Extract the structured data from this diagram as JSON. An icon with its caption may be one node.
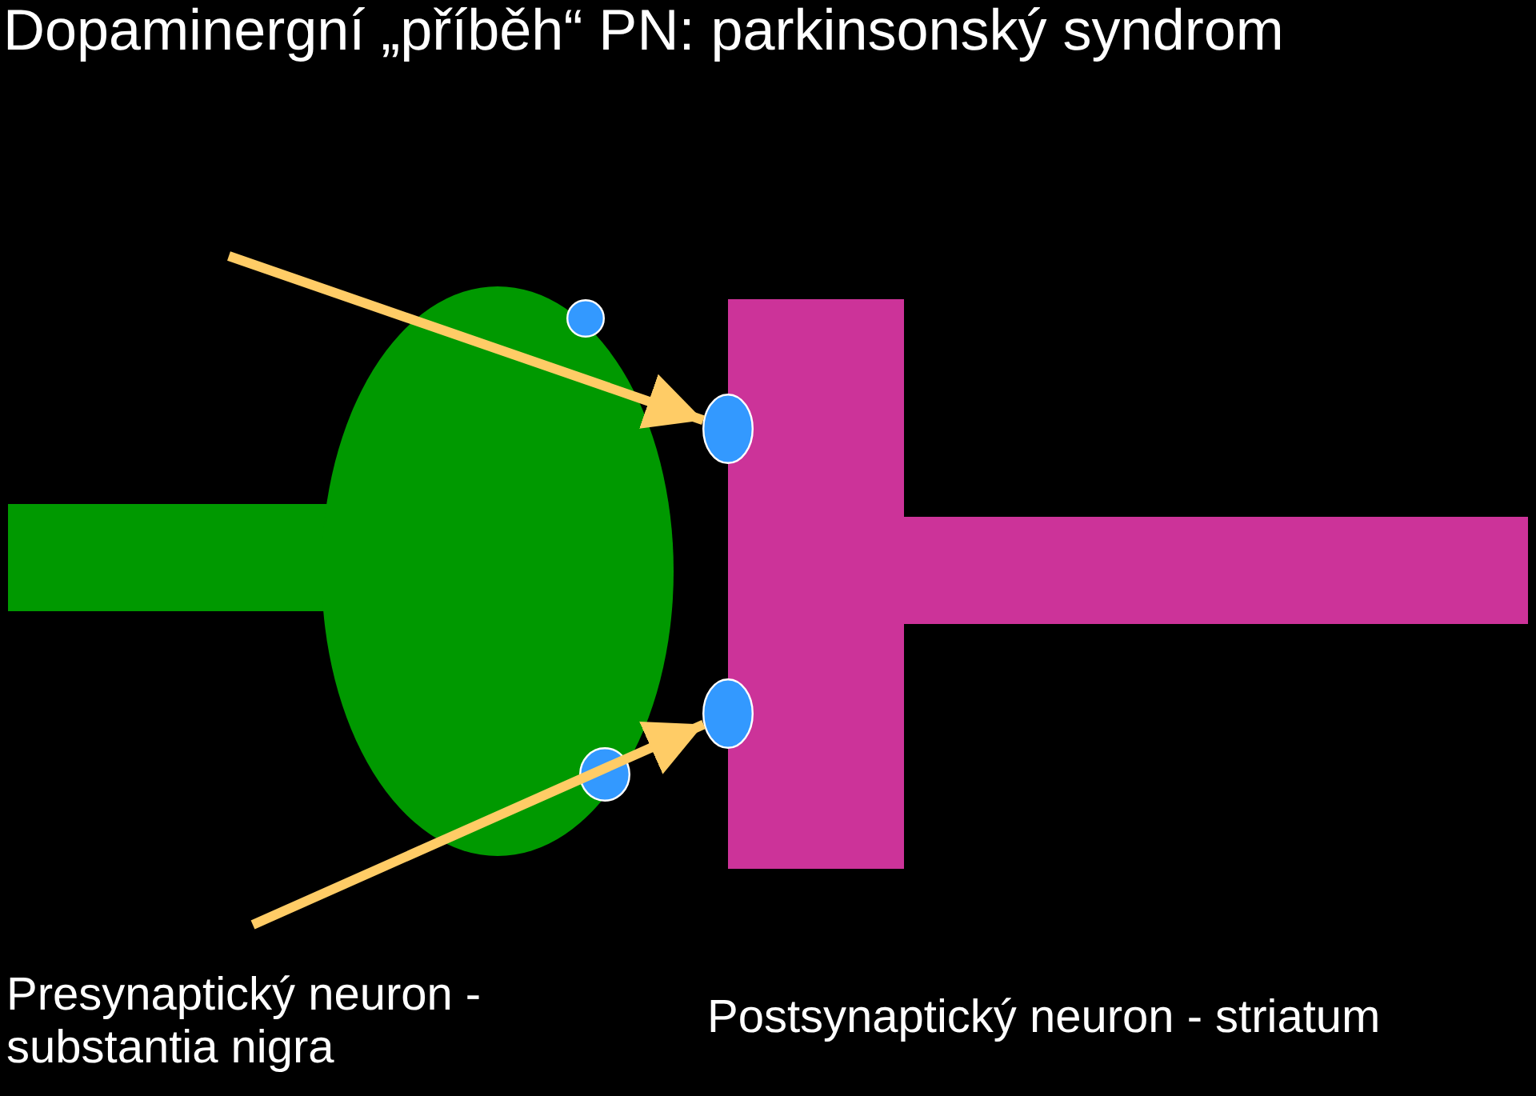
{
  "diagram": {
    "title": "Dopaminergní „příběh“ PN: parkinsonský syndrom",
    "nodes": [
      {
        "text": [],
        "shape": "circle"
      },
      {
        "text": [],
        "shape": "circle"
      },
      {
        "text": [],
        "shape": "circle"
      },
      {
        "text": [],
        "shape": "circle"
      }
    ],
    "edges": [
      {
        "from": null,
        "to": 1,
        "arrow": "to"
      },
      {
        "from": null,
        "to": 2,
        "arrow": "to"
      }
    ],
    "labels": [
      "Presynaptický neuron - substantia nigra",
      "Postsynaptický neuron - striatum"
    ]
  }
}
